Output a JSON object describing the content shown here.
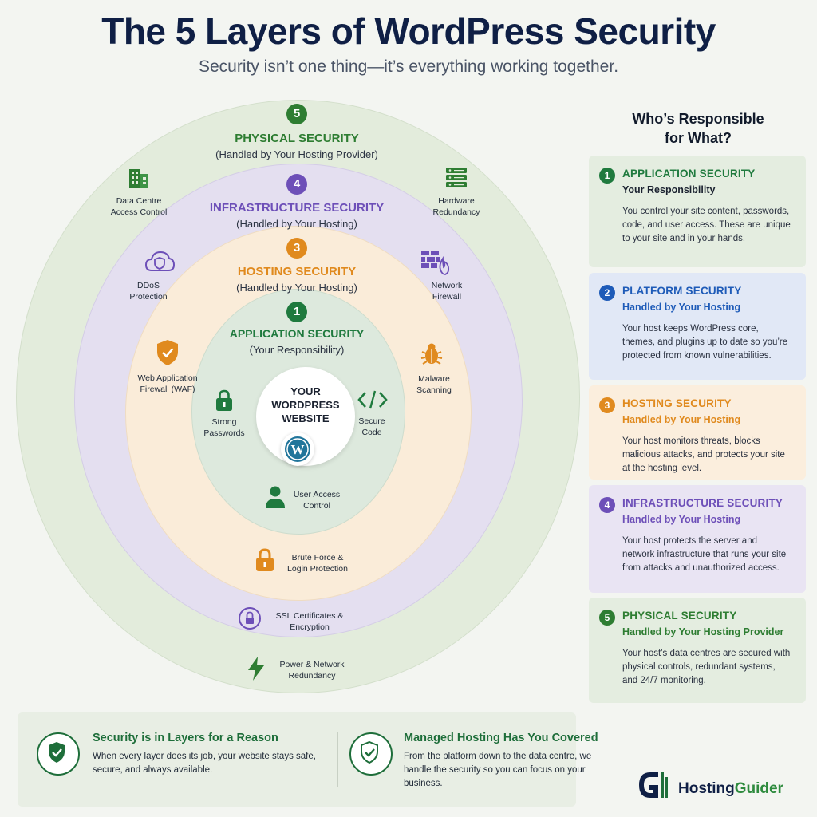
{
  "title": "The 5 Layers of WordPress Security",
  "subtitle": "Security isn’t one thing—it’s everything working together.",
  "colors": {
    "physical": "#2e7d32",
    "infrastructure": "#6d4fb8",
    "hosting": "#e08a1e",
    "application": "#1f7a3e",
    "platform": "#1e5bb8"
  },
  "layers": {
    "physical": {
      "num": "5",
      "title": "PHYSICAL SECURITY",
      "sub": "(Handled by Your Hosting Provider)"
    },
    "infrastructure": {
      "num": "4",
      "title": "INFRASTRUCTURE SECURITY",
      "sub": "(Handled by Your Hosting)"
    },
    "hosting": {
      "num": "3",
      "title": "HOSTING SECURITY",
      "sub": "(Handled by Your Hosting)"
    },
    "application": {
      "num": "1",
      "title": "APPLICATION SECURITY",
      "sub": "(Your Responsibility)"
    }
  },
  "center": {
    "line1": "YOUR",
    "line2": "WORDPRESS",
    "line3": "WEBSITE"
  },
  "items": {
    "data_centre": [
      "Data Centre",
      "Access Control"
    ],
    "hardware": [
      "Hardware",
      "Redundancy"
    ],
    "ddos": [
      "DDoS",
      "Protection"
    ],
    "network_firewall": [
      "Network",
      "Firewall"
    ],
    "waf": [
      "Web Application",
      "Firewall (WAF)"
    ],
    "malware": [
      "Malware",
      "Scanning"
    ],
    "strong_passwords": [
      "Strong",
      "Passwords"
    ],
    "secure_code": [
      "Secure",
      "Code"
    ],
    "user_access": [
      "User Access",
      "Control"
    ],
    "brute_force": [
      "Brute Force &",
      "Login Protection"
    ],
    "ssl": [
      "SSL Certificates &",
      "Encryption"
    ],
    "power": [
      "Power & Network",
      "Redundancy"
    ]
  },
  "panel": {
    "title1": "Who’s Responsible",
    "title2": "for What?",
    "cards": [
      {
        "num": "1",
        "title": "APPLICATION SECURITY",
        "sub": "Your Responsibility",
        "desc": "You control your site content, passwords, code, and user access. These are unique to your site and in your hands."
      },
      {
        "num": "2",
        "title": "PLATFORM SECURITY",
        "sub": "Handled by Your Hosting",
        "desc": "Your host keeps WordPress core, themes, and plugins up to date so you’re protected from known vulnerabilities."
      },
      {
        "num": "3",
        "title": "HOSTING SECURITY",
        "sub": "Handled by Your Hosting",
        "desc": "Your host monitors threats, blocks malicious attacks, and protects your site at the hosting level."
      },
      {
        "num": "4",
        "title": "INFRASTRUCTURE SECURITY",
        "sub": "Handled by Your Hosting",
        "desc": "Your host protects the server and network infrastructure that runs your site from attacks and unauthorized access."
      },
      {
        "num": "5",
        "title": "PHYSICAL SECURITY",
        "sub": "Handled by Your Hosting Provider",
        "desc": "Your host’s data centres are secured with physical controls, redundant systems, and 24/7 monitoring."
      }
    ]
  },
  "footer": {
    "left_title": "Security is in Layers for a Reason",
    "left_desc": "When every layer does its job, your website stays safe, secure, and always available.",
    "right_title": "Managed Hosting Has You Covered",
    "right_desc": "From the platform down to the data centre, we handle the security so you can focus on your business."
  },
  "brand": {
    "part1": "Hosting",
    "part2": "Guider"
  }
}
